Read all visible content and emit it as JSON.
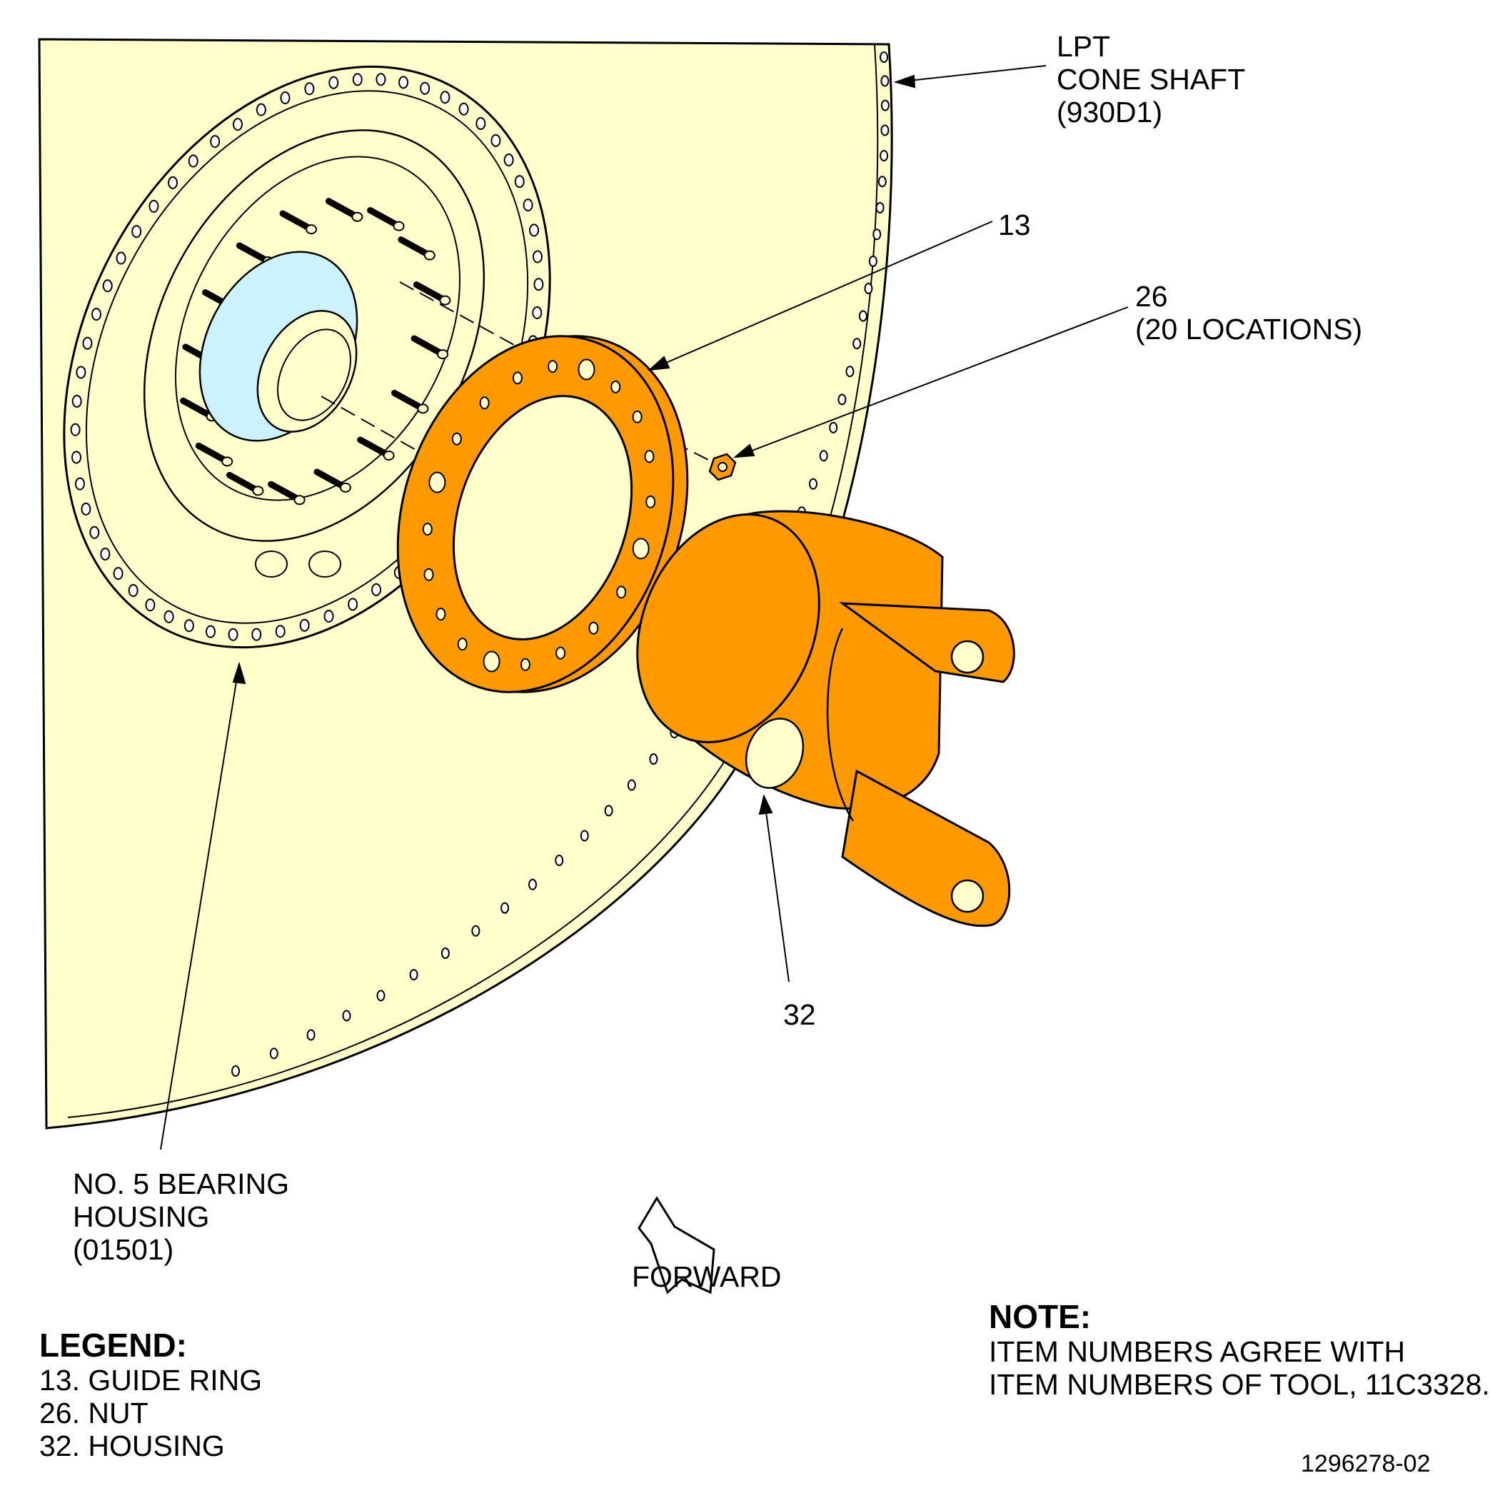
{
  "callouts": {
    "lpt_cone_shaft": [
      "LPT",
      "CONE SHAFT",
      "(930D1)"
    ],
    "item_13": "13",
    "item_26": [
      "26",
      "(20 LOCATIONS)"
    ],
    "item_32": "32",
    "bearing_housing": [
      "NO. 5 BEARING",
      "HOUSING",
      "(01501)"
    ],
    "forward": "FORWARD"
  },
  "legend": {
    "title": "LEGEND:",
    "items": [
      "13. GUIDE RING",
      "26. NUT",
      "32. HOUSING"
    ]
  },
  "note": {
    "title": "NOTE:",
    "lines": [
      "ITEM NUMBERS AGREE WITH",
      "ITEM NUMBERS OF TOOL, 11C3328."
    ]
  },
  "figure_id": "1296278-02",
  "colors": {
    "engine_fill": "#ffffcc",
    "tool_fill": "#ff9900",
    "bearing_fill": "#ccf2ff",
    "line": "#000000"
  }
}
